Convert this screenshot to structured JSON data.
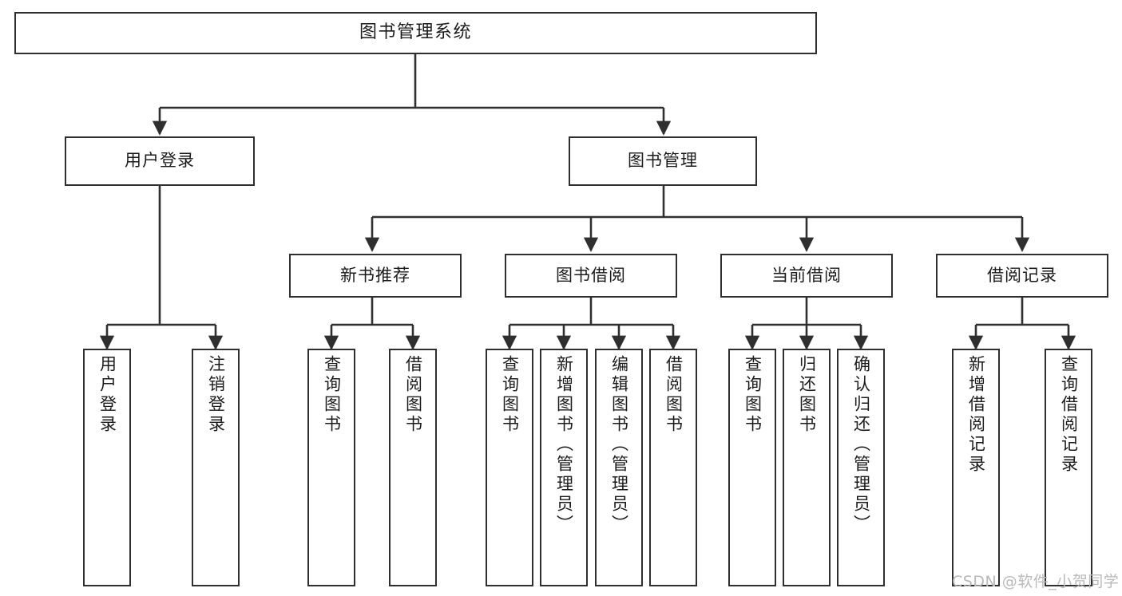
{
  "diagram": {
    "title": "图书管理系统",
    "type": "tree-structure-chart",
    "watermark": "CSDN @软件_小贺同学",
    "colors": {
      "border": "#2f2f2f",
      "background": "#ffffff",
      "text": "#1b1b1b",
      "connector": "#2f2f2f",
      "watermark": "#b9b9b9"
    },
    "root": {
      "label": "图书管理系统"
    },
    "level2": [
      {
        "label": "用户登录"
      },
      {
        "label": "图书管理"
      }
    ],
    "level3": [
      {
        "label": "新书推荐"
      },
      {
        "label": "图书借阅"
      },
      {
        "label": "当前借阅"
      },
      {
        "label": "借阅记录"
      }
    ],
    "leaves": {
      "user_login": [
        {
          "label": "用户登录"
        },
        {
          "label": "注销登录"
        }
      ],
      "new_book_recommend": [
        {
          "label": "查询图书"
        },
        {
          "label": "借阅图书"
        }
      ],
      "book_borrow": [
        {
          "label": "查询图书"
        },
        {
          "label": "新增图书（管理员）"
        },
        {
          "label": "编辑图书（管理员）"
        },
        {
          "label": "借阅图书"
        }
      ],
      "current_borrow": [
        {
          "label": "查询图书"
        },
        {
          "label": "归还图书"
        },
        {
          "label": "确认归还（管理员）"
        }
      ],
      "borrow_record": [
        {
          "label": "新增借阅记录"
        },
        {
          "label": "查询借阅记录"
        }
      ]
    }
  }
}
